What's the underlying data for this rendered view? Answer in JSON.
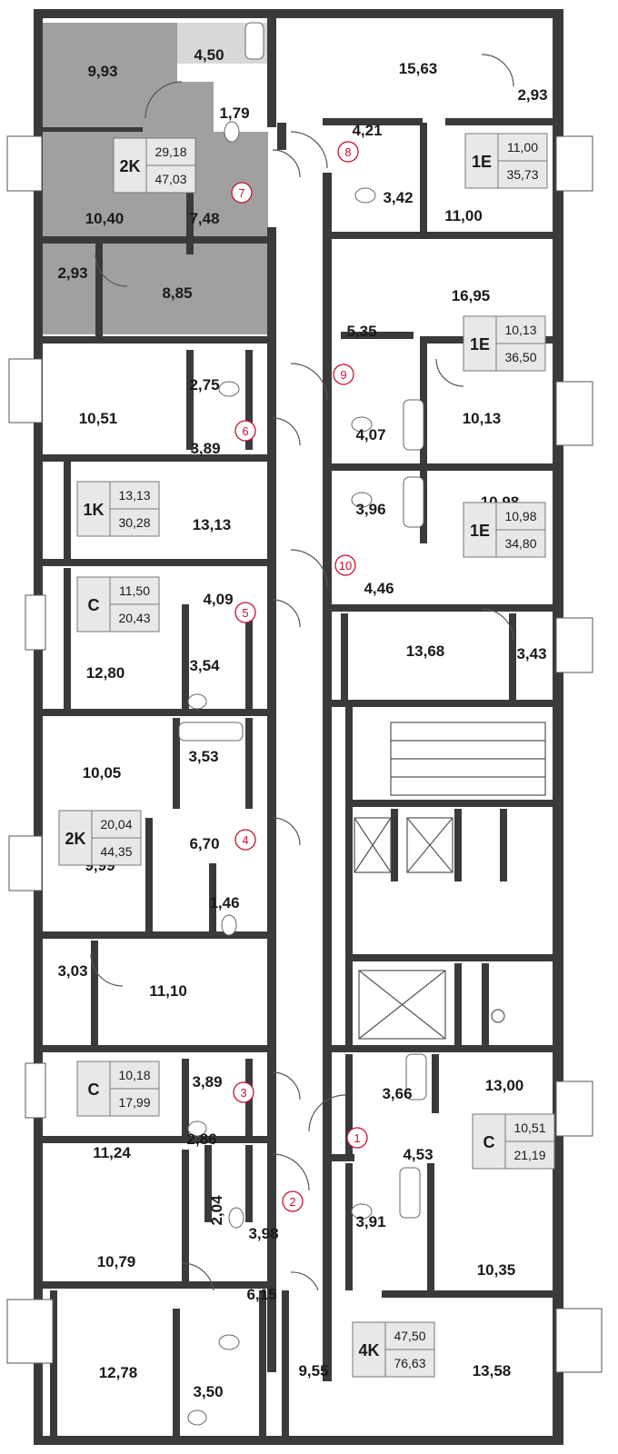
{
  "rooms": [
    {
      "label": "9,93"
    },
    {
      "label": "4,50"
    },
    {
      "label": "15,63"
    },
    {
      "label": "2,93"
    },
    {
      "label": "1,79"
    },
    {
      "label": "4,21"
    },
    {
      "label": "3,42"
    },
    {
      "label": "11,00"
    },
    {
      "label": "10,40"
    },
    {
      "label": "7,48"
    },
    {
      "label": "2,93"
    },
    {
      "label": "8,85"
    },
    {
      "label": "16,95"
    },
    {
      "label": "5,35"
    },
    {
      "label": "2,75"
    },
    {
      "label": "10,51"
    },
    {
      "label": "4,07"
    },
    {
      "label": "10,13"
    },
    {
      "label": "3,89"
    },
    {
      "label": "10,98"
    },
    {
      "label": "3,96"
    },
    {
      "label": "13,13"
    },
    {
      "label": "4,46"
    },
    {
      "label": "4,09"
    },
    {
      "label": "13,68"
    },
    {
      "label": "3,43"
    },
    {
      "label": "3,54"
    },
    {
      "label": "12,80"
    },
    {
      "label": "10,05"
    },
    {
      "label": "3,53"
    },
    {
      "label": "6,70"
    },
    {
      "label": "9,99"
    },
    {
      "label": "1,46"
    },
    {
      "label": "3,03"
    },
    {
      "label": "11,10"
    },
    {
      "label": "3,89"
    },
    {
      "label": "13,00"
    },
    {
      "label": "3,66"
    },
    {
      "label": "11,24"
    },
    {
      "label": "2,86"
    },
    {
      "label": "4,53"
    },
    {
      "label": "2,04"
    },
    {
      "label": "3,91"
    },
    {
      "label": "3,98"
    },
    {
      "label": "10,79"
    },
    {
      "label": "10,35"
    },
    {
      "label": "6,15"
    },
    {
      "label": "9,55"
    },
    {
      "label": "12,78"
    },
    {
      "label": "3,50"
    },
    {
      "label": "13,58"
    }
  ],
  "units": [
    {
      "number": "1"
    },
    {
      "number": "2"
    },
    {
      "number": "3"
    },
    {
      "number": "4"
    },
    {
      "number": "5"
    },
    {
      "number": "6"
    },
    {
      "number": "7"
    },
    {
      "number": "8"
    },
    {
      "number": "9"
    },
    {
      "number": "10"
    }
  ],
  "badges": [
    {
      "type": "2K",
      "living": "29,18",
      "total": "47,03"
    },
    {
      "type": "1E",
      "living": "11,00",
      "total": "35,73"
    },
    {
      "type": "1E",
      "living": "10,13",
      "total": "36,50"
    },
    {
      "type": "1K",
      "living": "13,13",
      "total": "30,28"
    },
    {
      "type": "1E",
      "living": "10,98",
      "total": "34,80"
    },
    {
      "type": "C",
      "living": "11,50",
      "total": "20,43"
    },
    {
      "type": "2K",
      "living": "20,04",
      "total": "44,35"
    },
    {
      "type": "C",
      "living": "10,18",
      "total": "17,99"
    },
    {
      "type": "C",
      "living": "10,51",
      "total": "21,19"
    },
    {
      "type": "4K",
      "living": "47,50",
      "total": "76,63"
    }
  ],
  "colors": {
    "wall": "#3a3a3a",
    "highlight": "#a0a0a0",
    "badge_bg": "#e8e8e8",
    "unit_marker": "#c8102e",
    "line": "#555555"
  }
}
